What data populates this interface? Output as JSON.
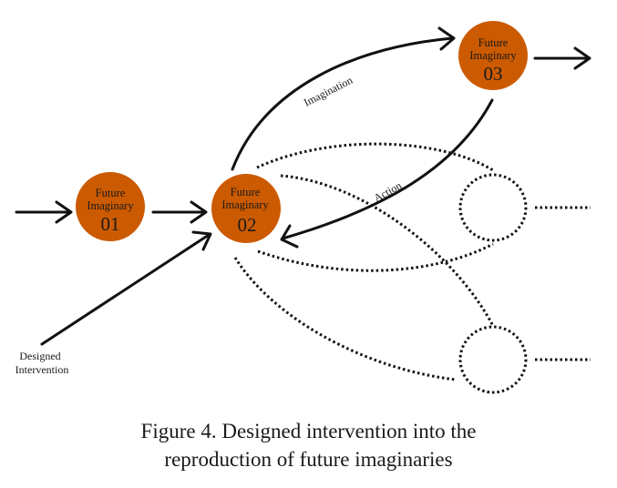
{
  "diagram": {
    "colors": {
      "node_fill": "#cc5a00",
      "stroke": "#111111",
      "text": "#1a1a1a"
    },
    "nodes": [
      {
        "id": "fi01",
        "line1": "Future",
        "line2": "Imaginary",
        "number": "01"
      },
      {
        "id": "fi02",
        "line1": "Future",
        "line2": "Imaginary",
        "number": "02"
      },
      {
        "id": "fi03",
        "line1": "Future",
        "line2": "Imaginary",
        "number": "03"
      }
    ],
    "edge_labels": {
      "imagination": "Imagination",
      "action": "Action"
    },
    "input_label": {
      "line1": "Designed",
      "line2": "Intervention"
    }
  },
  "caption": {
    "line1": "Figure 4. Designed intervention into the",
    "line2": "reproduction of future imaginaries"
  }
}
